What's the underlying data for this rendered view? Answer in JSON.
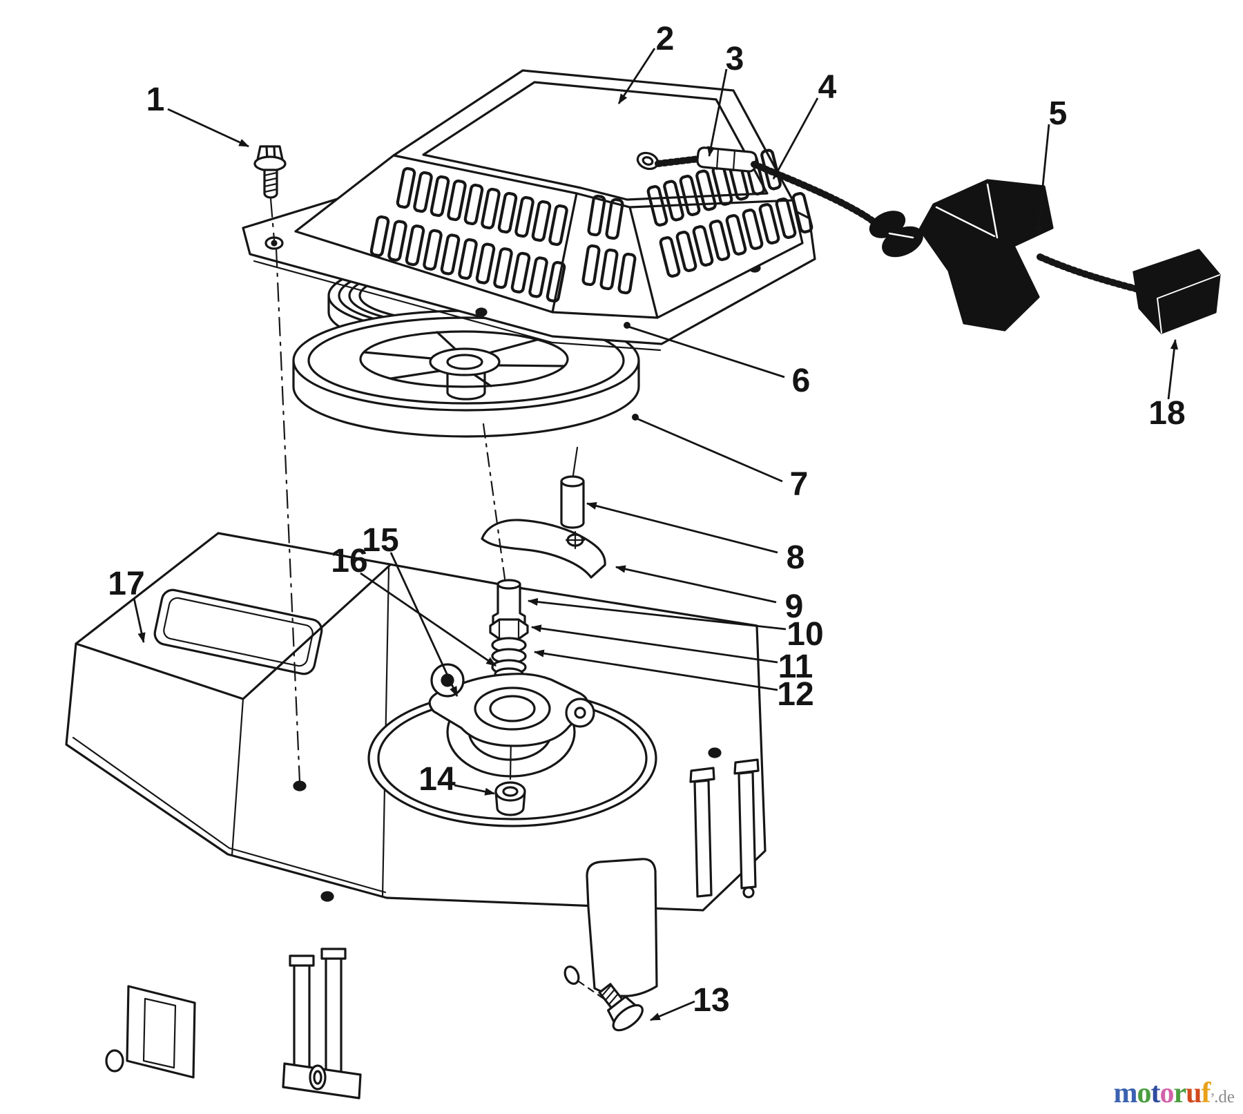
{
  "diagram": {
    "labels": [
      {
        "text": "1"
      },
      {
        "text": "2"
      },
      {
        "text": "3"
      },
      {
        "text": "4"
      },
      {
        "text": "5"
      },
      {
        "text": "6"
      },
      {
        "text": "7"
      },
      {
        "text": "8"
      },
      {
        "text": "9"
      },
      {
        "text": "10"
      },
      {
        "text": "11"
      },
      {
        "text": "12"
      },
      {
        "text": "13"
      },
      {
        "text": "14"
      },
      {
        "text": "15"
      },
      {
        "text": "16"
      },
      {
        "text": "17"
      },
      {
        "text": "18"
      }
    ]
  },
  "watermark": {
    "letters": [
      {
        "ch": "m",
        "style": "color:#3b62b0"
      },
      {
        "ch": "o",
        "style": "color:#4a9e3f"
      },
      {
        "ch": "t",
        "style": "color:#2f4d9e"
      },
      {
        "ch": "o",
        "style": "color:#d261a8"
      },
      {
        "ch": "r",
        "style": "color:#4a9e3f"
      },
      {
        "ch": "u",
        "style": "color:#d14a1e"
      },
      {
        "ch": "f",
        "style": "color:#e9a119"
      }
    ],
    "mark": "’",
    "suffix": ".de"
  }
}
